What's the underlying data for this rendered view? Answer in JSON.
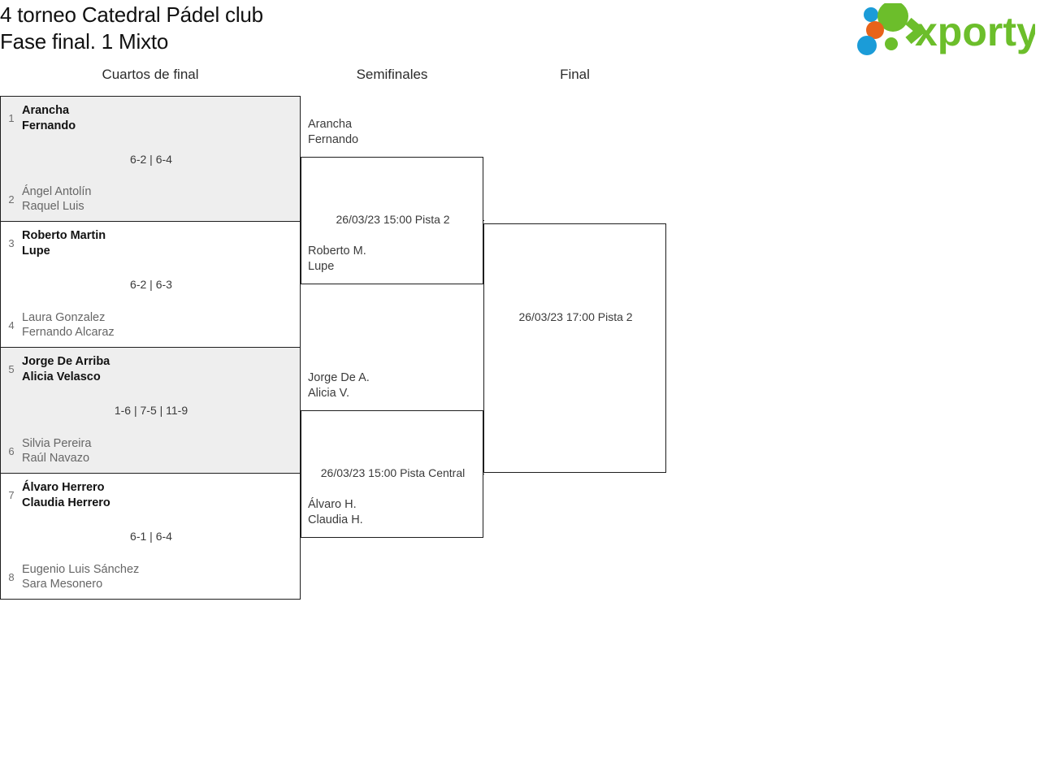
{
  "header": {
    "title_line1": "4 torneo Catedral Pádel club",
    "title_line2": "Fase final. 1 Mixto",
    "logo_text": "xporty",
    "logo_colors": {
      "green": "#6CBE2B",
      "blue": "#1B9CD8",
      "orange": "#E8631A"
    }
  },
  "rounds": {
    "quarterfinals_label": "Cuartos de final",
    "semifinals_label": "Semifinales",
    "final_label": "Final"
  },
  "quarterfinals": [
    {
      "score": "6-2 | 6-4",
      "top": {
        "seed": "1",
        "player1": "Arancha",
        "player2": "Fernando",
        "result": "winner"
      },
      "bottom": {
        "seed": "2",
        "player1": "Ángel Antolín",
        "player2": "Raquel Luis",
        "result": "loser"
      }
    },
    {
      "score": "6-2 | 6-3",
      "top": {
        "seed": "3",
        "player1": "Roberto Martin",
        "player2": "Lupe",
        "result": "winner"
      },
      "bottom": {
        "seed": "4",
        "player1": "Laura Gonzalez",
        "player2": "Fernando Alcaraz",
        "result": "loser"
      }
    },
    {
      "score": "1-6 | 7-5 | 11-9",
      "top": {
        "seed": "5",
        "player1": "Jorge De Arriba",
        "player2": "Alicia Velasco",
        "result": "winner"
      },
      "bottom": {
        "seed": "6",
        "player1": "Silvia Pereira",
        "player2": "Raúl Navazo",
        "result": "loser"
      }
    },
    {
      "score": "6-1 | 6-4",
      "top": {
        "seed": "7",
        "player1": "Álvaro Herrero",
        "player2": "Claudia Herrero",
        "result": "winner"
      },
      "bottom": {
        "seed": "8",
        "player1": "Eugenio Luis Sánchez",
        "player2": "Sara Mesonero",
        "result": "loser"
      }
    }
  ],
  "semifinals": [
    {
      "meta": "26/03/23 15:00 Pista 2",
      "top": {
        "player1": "Arancha",
        "player2": "Fernando"
      },
      "bottom": {
        "player1": "Roberto M.",
        "player2": "Lupe"
      }
    },
    {
      "meta": "26/03/23 15:00 Pista Central",
      "top": {
        "player1": "Jorge De A.",
        "player2": "Alicia V."
      },
      "bottom": {
        "player1": "Álvaro H.",
        "player2": "Claudia H."
      }
    }
  ],
  "final": {
    "meta": "26/03/23 17:00 Pista 2",
    "top": {
      "player1": "",
      "player2": ""
    },
    "bottom": {
      "player1": "",
      "player2": ""
    }
  }
}
